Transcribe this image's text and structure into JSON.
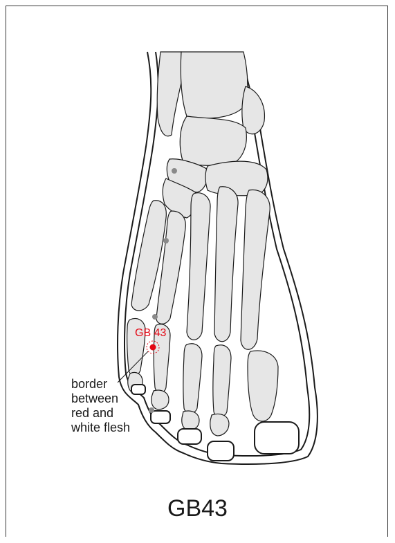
{
  "figure": {
    "caption": "GB43",
    "point_label": "GB 43",
    "annotation_lines": [
      "border",
      "between",
      "red and",
      "white flesh"
    ]
  },
  "colors": {
    "bone_fill": "#e6e6e6",
    "outline": "#1a1a1a",
    "acupoint": "#e30613",
    "marker": "#8a8a8a"
  }
}
